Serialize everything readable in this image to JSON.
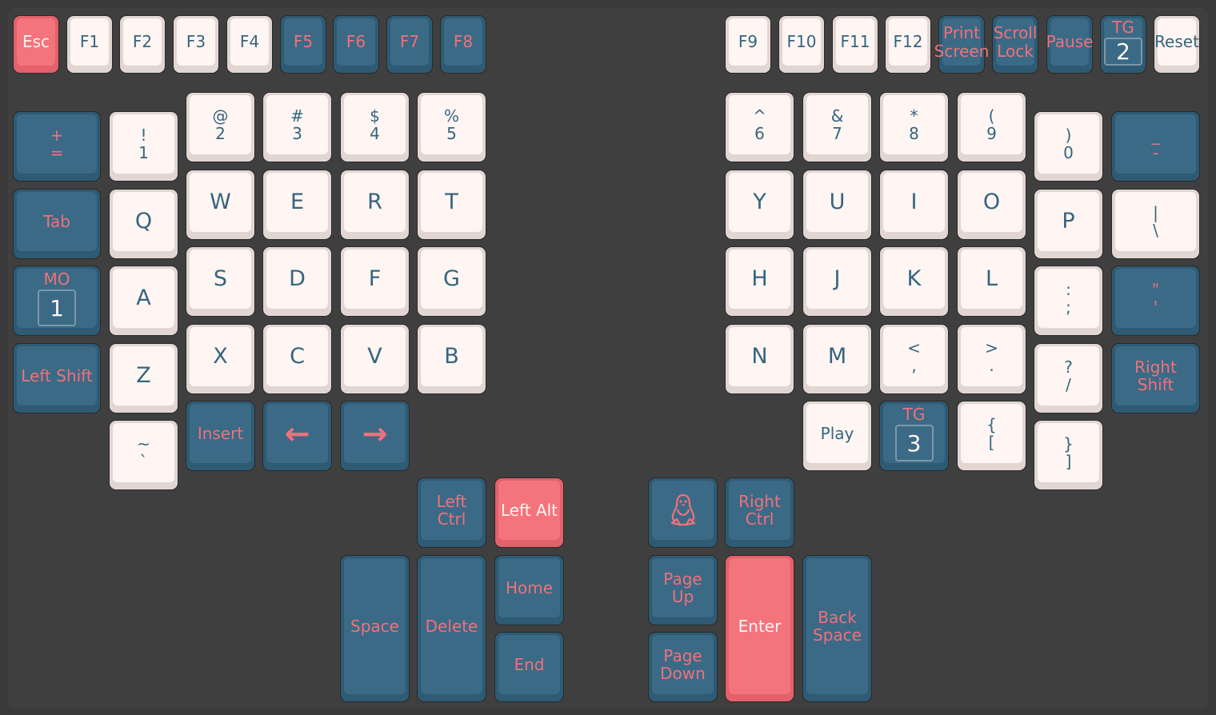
{
  "keyboard": {
    "keys": {
      "esc": "Esc",
      "f1": "F1",
      "f2": "F2",
      "f3": "F3",
      "f4": "F4",
      "f5": "F5",
      "f6": "F6",
      "f7": "F7",
      "f8": "F8",
      "f9": "F9",
      "f10": "F10",
      "f11": "F11",
      "f12": "F12",
      "print_screen": [
        "Print",
        "Screen"
      ],
      "scroll_lock": [
        "Scroll",
        "Lock"
      ],
      "pause": "Pause",
      "tg2": {
        "title": "TG",
        "layer": "2"
      },
      "reset": "Reset",
      "plus": [
        "+",
        "="
      ],
      "n1": [
        "!",
        "1"
      ],
      "n2": [
        "@",
        "2"
      ],
      "n3": [
        "#",
        "3"
      ],
      "n4": [
        "$",
        "4"
      ],
      "n5": [
        "%",
        "5"
      ],
      "n6": [
        "^",
        "6"
      ],
      "n7": [
        "&",
        "7"
      ],
      "n8": [
        "*",
        "8"
      ],
      "n9": [
        "(",
        "9"
      ],
      "n0": [
        ")",
        "0"
      ],
      "minus": [
        "_",
        "-"
      ],
      "tab": "Tab",
      "q": "Q",
      "w": "W",
      "e": "E",
      "r": "R",
      "t": "T",
      "y": "Y",
      "u": "U",
      "i": "I",
      "o": "O",
      "p": "P",
      "backslash": [
        "|",
        "\\"
      ],
      "mo1": {
        "title": "MO",
        "layer": "1"
      },
      "a": "A",
      "s": "S",
      "d": "D",
      "f": "F",
      "g": "G",
      "h": "H",
      "j": "J",
      "k": "K",
      "l": "L",
      "semicolon": [
        ":",
        ";"
      ],
      "quote": [
        "\"",
        "'"
      ],
      "left_shift": "Left Shift",
      "z": "Z",
      "x": "X",
      "c": "C",
      "v": "V",
      "b": "B",
      "n": "N",
      "m": "M",
      "comma": [
        "<",
        ","
      ],
      "period": [
        ">",
        "."
      ],
      "slash": [
        "?",
        "/"
      ],
      "right_shift": [
        "Right",
        "Shift"
      ],
      "grave": [
        "~",
        "`"
      ],
      "insert": "Insert",
      "left_arrow": "←",
      "right_arrow": "→",
      "play": "Play",
      "tg3": {
        "title": "TG",
        "layer": "3"
      },
      "lbracket": [
        "{",
        "["
      ],
      "rbracket": [
        "}",
        "]"
      ],
      "left_ctrl": [
        "Left",
        "Ctrl"
      ],
      "left_alt": "Left Alt",
      "right_ctrl": [
        "Right",
        "Ctrl"
      ],
      "space": "Space",
      "delete": "Delete",
      "home": "Home",
      "end": "End",
      "page_up": [
        "Page",
        "Up"
      ],
      "page_down": [
        "Page",
        "Down"
      ],
      "enter": "Enter",
      "backspace": [
        "Back",
        "Space"
      ]
    },
    "icons": {
      "gui": "linux-tux-icon"
    },
    "colors": {
      "cream": "#fff5f2",
      "blue": "#3b6a86",
      "red": "#f4747c",
      "board": "#3f3f3f"
    }
  }
}
